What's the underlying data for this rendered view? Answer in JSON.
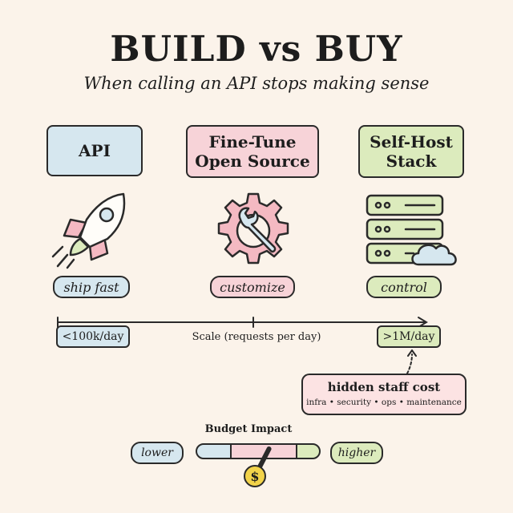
{
  "title": "BUILD vs BUY",
  "subtitle": "When calling an API stops making sense",
  "options": [
    {
      "line1": "API",
      "line2": "",
      "tag": "ship fast"
    },
    {
      "line1": "Fine-Tune",
      "line2": "Open Source",
      "tag": "customize"
    },
    {
      "line1": "Self-Host",
      "line2": "Stack",
      "tag": "control"
    }
  ],
  "icons": [
    "rocket-icon",
    "gear-wrench-icon",
    "server-cloud-icon"
  ],
  "scale": {
    "low": "<100k/day",
    "label": "Scale (requests per day)",
    "high": ">1M/day"
  },
  "callout": {
    "title": "hidden staff cost",
    "items": "infra • security • ops • maintenance"
  },
  "budget": {
    "label": "Budget Impact",
    "lower": "lower",
    "higher": "higher",
    "symbol": "$",
    "needle_fraction": 0.6
  },
  "colors": {
    "background": "#fbf3ea",
    "blue": "#d6e7ef",
    "pink": "#f7d3d8",
    "green": "#dcebbd",
    "accent": "#2a2a2a"
  }
}
